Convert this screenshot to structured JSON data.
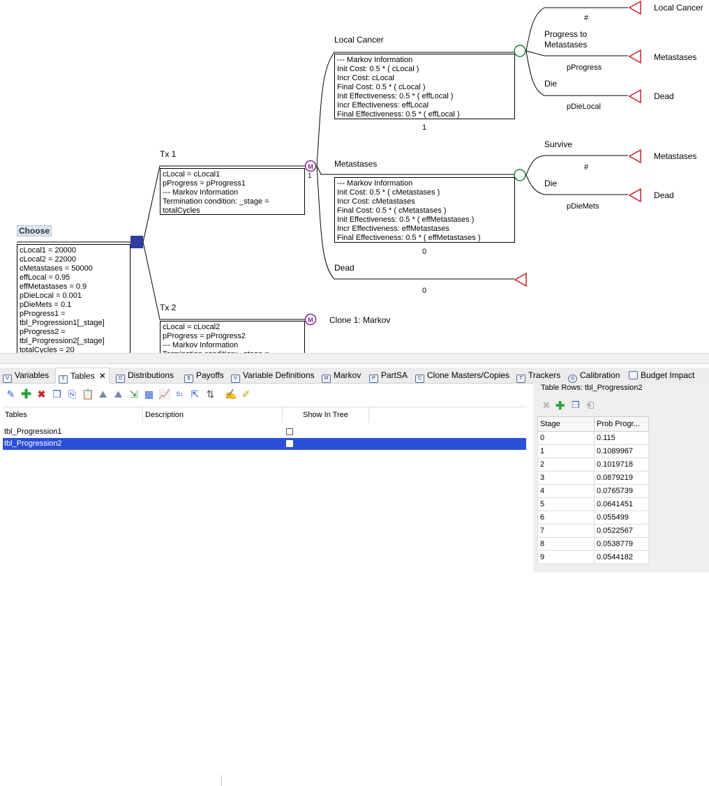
{
  "tree": {
    "choose_label": "Choose",
    "choose_box": [
      "cLocal1 = 20000",
      "cLocal2 = 22000",
      "cMetastases = 50000",
      "effLocal = 0.95",
      "effMetastases = 0.9",
      "pDieLocal = 0.001",
      "pDieMets = 0.1",
      "pProgress1 =",
      "tbl_Progression1[_stage]",
      "pProgress2 =",
      "tbl_Progression2[_stage]",
      "totalCycles = 20"
    ],
    "tx1_label": "Tx 1",
    "tx1_box": [
      "cLocal = cLocal1",
      "pProgress = pProgress1",
      "--- Markov Information",
      "Termination condition: _stage =",
      "totalCycles"
    ],
    "tx1_markov_num": "1",
    "tx2_label": "Tx 2",
    "tx2_box": [
      "cLocal = cLocal2",
      "pProgress = pProgress2",
      "--- Markov Information",
      "Termination condition: _stage ="
    ],
    "clone_label": "Clone 1: Markov",
    "markov_symbol": "M",
    "local_cancer": {
      "label": "Local Cancer",
      "box": [
        "--- Markov Information",
        "Init Cost: 0.5 * ( cLocal )",
        "Incr Cost: cLocal",
        "Final Cost: 0.5 * ( cLocal )",
        "Init Effectiveness: 0.5 * ( effLocal )",
        "Incr Effectiveness: effLocal",
        "Final Effectiveness: 0.5 * ( effLocal )"
      ],
      "init_prob": "1",
      "top_prob": "#",
      "progress_label": "Progress to Metastases",
      "progress_prob": "pProgress",
      "die_label": "Die",
      "die_prob": "pDieLocal",
      "term_local": "Local Cancer",
      "term_mets": "Metastases",
      "term_dead": "Dead"
    },
    "metastases": {
      "label": "Metastases",
      "box": [
        "--- Markov Information",
        "Init Cost: 0.5 * ( cMetastases )",
        "Incr Cost: cMetastases",
        "Final Cost: 0.5 * ( cMetastases )",
        "Init Effectiveness: 0.5 * ( effMetastases )",
        "Incr Effectiveness: effMetastases",
        "Final Effectiveness: 0.5 * ( effMetastases )"
      ],
      "init_prob": "0",
      "survive_label": "Survive",
      "survive_prob": "#",
      "die_label": "Die",
      "die_prob": "pDieMets",
      "term_mets": "Metastases",
      "term_dead": "Dead"
    },
    "dead": {
      "label": "Dead",
      "init_prob": "0"
    }
  },
  "tabs": [
    {
      "label": "Variables",
      "icon": "variables-icon",
      "active": false
    },
    {
      "label": "Tables",
      "icon": "tables-icon",
      "active": true
    },
    {
      "label": "Distributions",
      "icon": "distributions-icon",
      "active": false
    },
    {
      "label": "Payoffs",
      "icon": "payoffs-icon",
      "active": false
    },
    {
      "label": "Variable Definitions",
      "icon": "variable-definitions-icon",
      "active": false
    },
    {
      "label": "Markov",
      "icon": "markov-icon",
      "active": false
    },
    {
      "label": "PartSA",
      "icon": "partsa-icon",
      "active": false
    },
    {
      "label": "Clone Masters/Copies",
      "icon": "clone-icon",
      "active": false
    },
    {
      "label": "Trackers",
      "icon": "trackers-icon",
      "active": false
    },
    {
      "label": "Calibration",
      "icon": "calibration-icon",
      "active": false
    },
    {
      "label": "Budget Impact",
      "icon": "budget-impact-icon",
      "active": false
    }
  ],
  "tables_grid": {
    "columns": [
      "Tables",
      "Description",
      "Show In Tree"
    ],
    "rows": [
      {
        "name": "tbl_Progression1",
        "description": "",
        "show": false,
        "selected": false
      },
      {
        "name": "tbl_Progression2",
        "description": "",
        "show": false,
        "selected": true
      }
    ]
  },
  "table_rows_panel": {
    "title": "Table Rows: tbl_Progression2",
    "columns": [
      "Stage",
      "Prob Progr..."
    ],
    "rows": [
      [
        "0",
        "0.115"
      ],
      [
        "1",
        "0.1089967"
      ],
      [
        "2",
        "0.1019718"
      ],
      [
        "3",
        "0.0879219"
      ],
      [
        "4",
        "0.0765739"
      ],
      [
        "5",
        "0.0641451"
      ],
      [
        "6",
        "0.055499"
      ],
      [
        "7",
        "0.0522567"
      ],
      [
        "8",
        "0.0538779"
      ],
      [
        "9",
        "0.0544182"
      ]
    ]
  },
  "colors": {
    "selection": "#2c4fd9",
    "decision_node": "#2e3f9e",
    "markov_node": "#7a2a8c",
    "chance_node": "#1f7a3a",
    "terminal": "#c0202a"
  }
}
